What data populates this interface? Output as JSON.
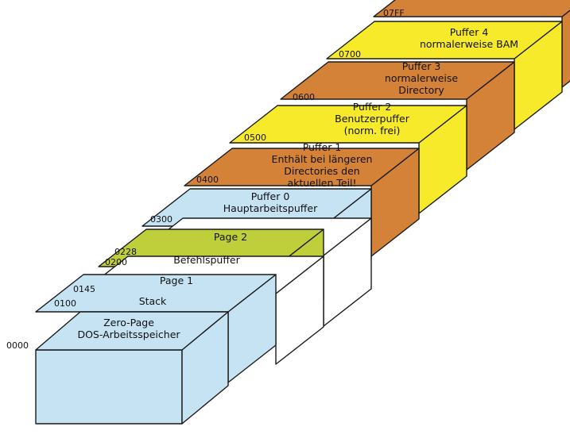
{
  "colors": {
    "light_blue": "#c6e3f4",
    "yellow_green": "#bfcf3c",
    "white": "#ffffff",
    "orange": "#d48238",
    "yellow": "#f6ea2a",
    "outline": "#1a1a1a"
  },
  "segments": [
    {
      "id": "zero-page",
      "start": "0000",
      "lines": [
        "Zero-Page",
        "DOS-Arbeitsspeicher"
      ],
      "color": "light_blue"
    },
    {
      "id": "stack",
      "start": "0100",
      "lines": [
        "Stack"
      ],
      "color": "white"
    },
    {
      "id": "page-1",
      "start": "0145",
      "lines": [
        "Page 1"
      ],
      "color": "yellow_green"
    },
    {
      "id": "befehlspuffer",
      "start": "0200",
      "lines": [
        "Befehlspuffer"
      ],
      "color": "white"
    },
    {
      "id": "page-2",
      "start": "0228",
      "lines": [
        "Page 2"
      ],
      "color": "light_blue"
    },
    {
      "id": "puffer-0",
      "start": "0300",
      "lines": [
        "Puffer 0",
        "Hauptarbeitspuffer"
      ],
      "color": "orange"
    },
    {
      "id": "puffer-1",
      "start": "0400",
      "lines": [
        "Puffer 1",
        "Enthält bei längeren",
        "Directories den",
        "aktuellen Teil!"
      ],
      "color": "yellow"
    },
    {
      "id": "puffer-2",
      "start": "0500",
      "lines": [
        "Puffer 2",
        "Benutzerpuffer",
        "(norm. frei)"
      ],
      "color": "orange"
    },
    {
      "id": "puffer-3",
      "start": "0600",
      "lines": [
        "Puffer 3",
        "normalerweise",
        "Directory"
      ],
      "color": "yellow"
    },
    {
      "id": "puffer-4",
      "start": "0700",
      "lines": [
        "Puffer 4",
        "normalerweise BAM"
      ],
      "color": "orange"
    }
  ],
  "end_address": "07FF"
}
